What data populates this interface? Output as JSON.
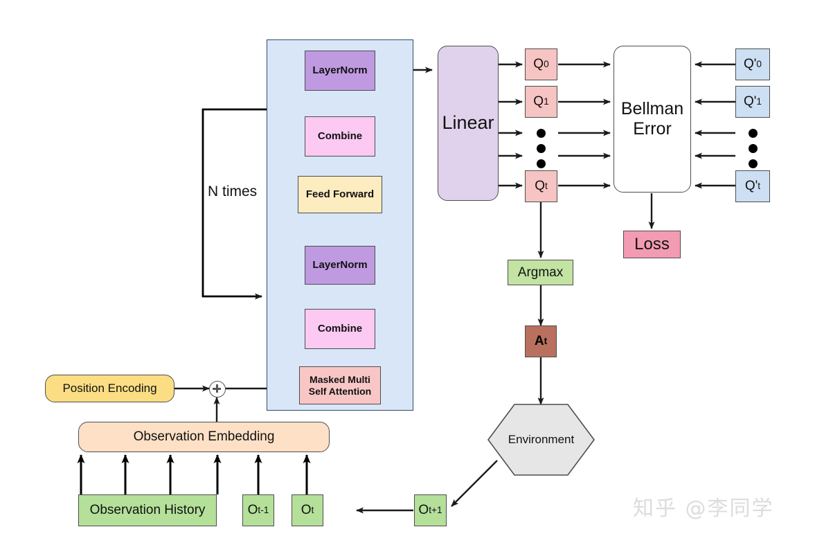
{
  "title": "Transformer Deep Q-Network architecture diagram",
  "watermark": "知乎 @李同学",
  "colors": {
    "block_container": "#d8e6f8",
    "layernorm": "#c09ae0",
    "combine": "#fbc9f2",
    "feed_forward": "#fdecc0",
    "attention": "#f9c6c6",
    "linear": "#e0d2ec",
    "q_value": "#f6c4c2",
    "q_target": "#cddff2",
    "loss": "#f39bb3",
    "argmax": "#c2e3a2",
    "action": "#b9705e",
    "observation_embedding": "#fde0c5",
    "observation": "#b4e09a",
    "position_encoding": "#fbdd83",
    "environment": "#e6e6e6",
    "bellman_error": "#ffffff",
    "edge": "#1a1a1a",
    "watermark": "#dcdcdc"
  },
  "transformer_block": {
    "loop_label": "N times",
    "nodes": {
      "layernorm_top": "LayerNorm",
      "combine_top": "Combine",
      "feed_forward": "Feed Forward",
      "layernorm_bottom": "LayerNorm",
      "combine_bottom": "Combine",
      "attention_line1": "Masked Multi",
      "attention_line2": "Self Attention"
    }
  },
  "head": {
    "linear": "Linear",
    "bellman_error_line1": "Bellman",
    "bellman_error_line2": "Error",
    "loss": "Loss",
    "argmax": "Argmax"
  },
  "q_values": [
    {
      "symbol": "Q",
      "sub": "0"
    },
    {
      "symbol": "Q",
      "sub": "1"
    },
    {
      "symbol": "Q",
      "sub": "t"
    }
  ],
  "q_targets": [
    {
      "symbol": "Q'",
      "sub": "0"
    },
    {
      "symbol": "Q'",
      "sub": "1"
    },
    {
      "symbol": "Q'",
      "sub": "t"
    }
  ],
  "ellipsis_dots": 3,
  "action": {
    "symbol": "A",
    "sub": "t"
  },
  "environment": {
    "label": "Environment"
  },
  "inputs": {
    "position_encoding": "Position Encoding",
    "observation_embedding": "Observation Embedding",
    "observation_history": "Observation History",
    "o_prev": {
      "symbol": "O",
      "sub": "t-1"
    },
    "o_curr": {
      "symbol": "O",
      "sub": "t"
    },
    "o_next": {
      "symbol": "O",
      "sub": "t+1"
    }
  }
}
